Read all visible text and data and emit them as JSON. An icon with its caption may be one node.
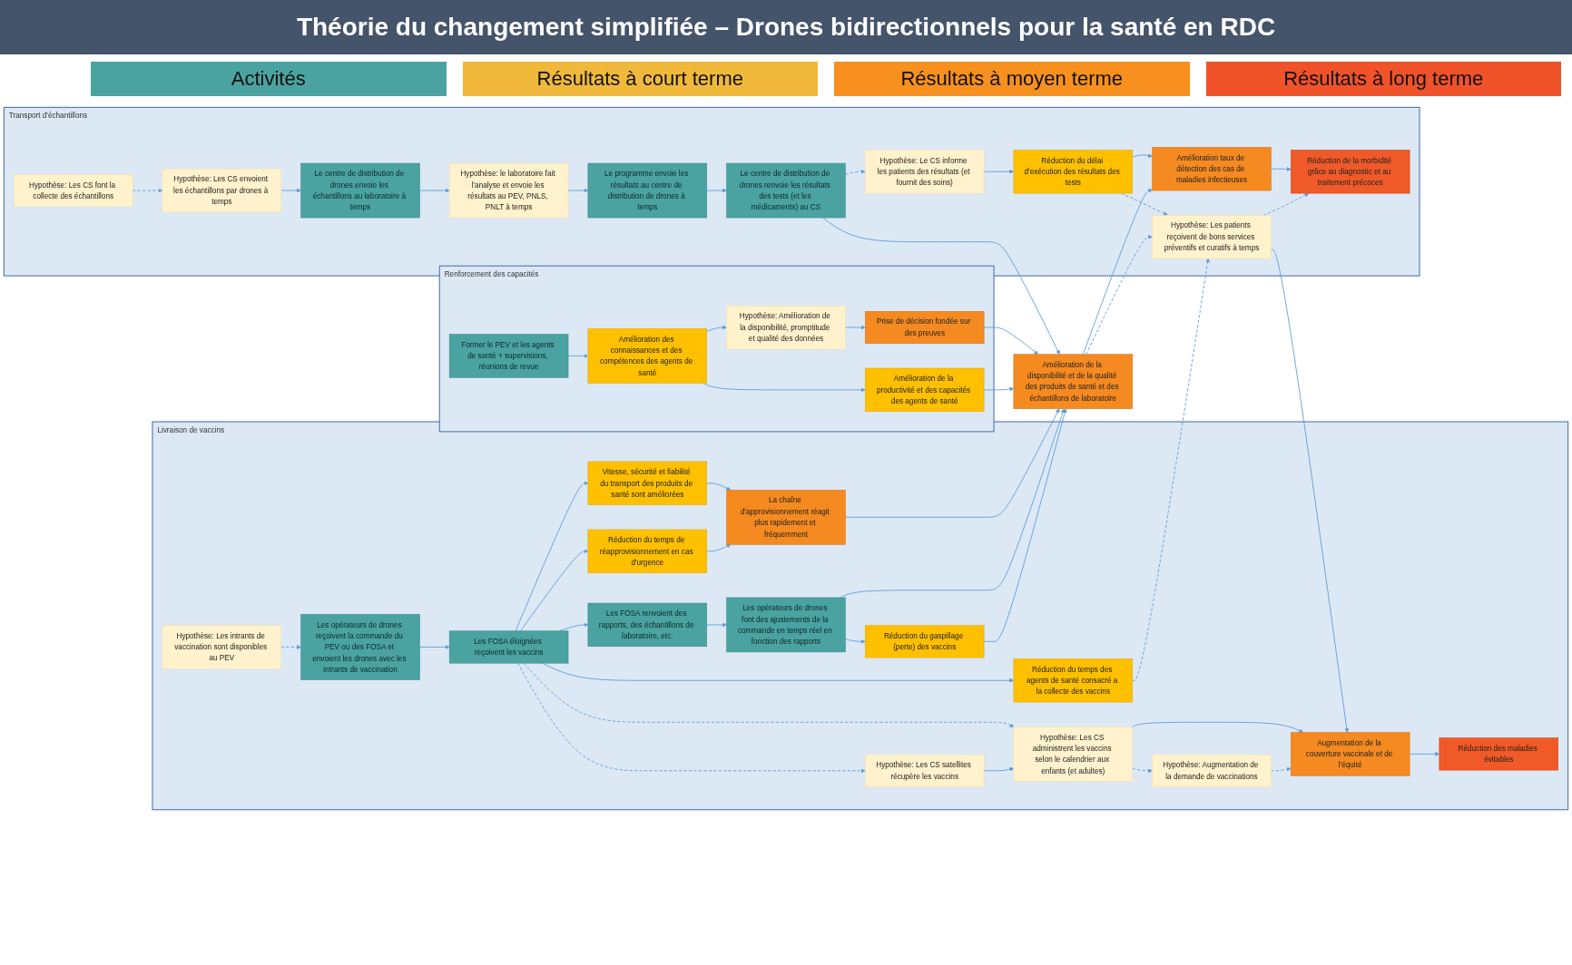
{
  "diagram": {
    "title": "Théorie du changement simplifiée – Drones bidirectionnels pour la santé en RDC",
    "nodes": [
      {
        "text": [
          "Renforcement des capacités"
        ]
      },
      {
        "text": [
          "Former le PEV et les agents de santé + supervisions, réunions de revue"
        ],
        "in": 0
      },
      {
        "text": [
          "Amélioration des connaissances et des compétences des agents de santé"
        ],
        "in": 0
      },
      {
        "text": [
          "Hypothèse: Amélioration de la disponibilité, promptitude et qualité des données"
        ],
        "in": 0
      },
      {
        "text": [
          "Prise de décision fondée sur des preuves"
        ],
        "in": 0
      },
      {
        "text": [
          "Amélioration de la productivité et des capacités des agents de santé"
        ],
        "in": 0
      },
      {
        "text": [
          "Livraison de vaccins"
        ]
      },
      {
        "text": [
          "Hypothèse: Les intrants de vaccination sont disponibles au PEV"
        ],
        "in": 6
      },
      {
        "text": [
          "Hypothèse: Les CS satellites récupère les vaccins"
        ],
        "in": 6
      },
      {
        "text": [
          "Hypothèse: Les CS administrent les vaccins selon le calendrier aux enfants (et adultes)"
        ],
        "in": 6
      },
      {
        "text": [
          "Hypothèse: Augmentation de la demande de vaccinations"
        ],
        "in": 6
      },
      {
        "text": [
          "Les opérateurs de drones reçoivent la commande du PEV ou des FOSA et envoient les drones avec les intrants de vaccination"
        ],
        "in": 6
      },
      {
        "text": [
          "Les FOSA éloignées reçoivent les vaccins"
        ],
        "in": 6
      },
      {
        "text": [
          "Vitesse, sécurité et fiabilité du transport des produits de santé sont améliorées"
        ],
        "in": 6
      },
      {
        "text": [
          "Augmentation de la couverture vaccinale et de l'équité"
        ],
        "in": 6
      },
      {
        "text": [
          "La chaîne d'approvisionnement réagit plus rapidement et fréquemment"
        ],
        "in": 6
      },
      {
        "text": [
          "Réduction du temps de réapprovisionnement en cas d'urgence"
        ],
        "in": 6
      },
      {
        "text": [
          "Réduction du temps des agents de santé consacré a la collecte des vaccins"
        ],
        "in": 6
      },
      {
        "text": [
          "Réduction des maladies évitables"
        ],
        "in": 6
      },
      {
        "text": [
          "Les FOSA renvoient des rapports, des échantillons de laboratoire, etc."
        ],
        "in": 6
      },
      {
        "text": [
          "Les opérateurs de drones font des ajustements de la commande en temps réel en fonction des rapports"
        ],
        "in": 6
      },
      {
        "text": [
          "Réduction du gaspillage (perte) des vaccins"
        ],
        "in": 6
      },
      {
        "text": [
          "Amélioration de la disponibilité et de la qualité des produits de santé et des échantillons de laboratoire"
        ]
      },
      {
        "text": [
          "Transport d'échantillons"
        ]
      },
      {
        "text": [
          "Le centre de distribution de drones envoie les échantillons au laboratoire à temps"
        ],
        "in": 23
      },
      {
        "text": [
          "Hypothèse: Les CS font la collecte des échantillons"
        ],
        "in": 23
      },
      {
        "text": [
          "Le centre de distribution de drones renvoie les résultats des tests (et les médicaments) au CS"
        ],
        "in": 23
      },
      {
        "text": [
          "Amélioration taux de détection des cas de maladies infectieuses"
        ],
        "in": 23
      },
      {
        "text": [
          "Hypothèse: le laboratoire fait l’analyse et envoie les résultats au PEV, PNLS, PNLT à temps"
        ],
        "in": 23
      },
      {
        "text": [
          "Hypothèse: Les CS envoient les échantillons par drones à temps"
        ],
        "in": 23
      },
      {
        "text": [
          "Réduction de la morbidité grâce au diagnostic et au traitement précoces"
        ],
        "in": 23
      },
      {
        "text": [
          "Hypothèse: Le CS informe les patients des résultats (et fournit des soins)"
        ],
        "in": 23
      },
      {
        "text": [
          "Réduction du délai d'exécution des résultats des tests"
        ],
        "in": 23
      },
      {
        "text": [
          "Le programme envoie les résultats au centre de distribution de drones à temps"
        ],
        "in": 23
      },
      {
        "text": [
          "Hypothèse: Les patients reçoivent de bons services préventifs et curatifs à temps"
        ],
        "in": 23
      }
    ],
    "edges": [
      {
        "from": 1,
        "to": 2,
        "arrow": "to"
      },
      {
        "from": 2,
        "to": 3,
        "arrow": "to"
      },
      {
        "from": 2,
        "to": 5,
        "arrow": "to"
      },
      {
        "from": 3,
        "to": 4,
        "arrow": "to"
      },
      {
        "from": 4,
        "to": 22,
        "arrow": "to"
      },
      {
        "from": 5,
        "to": 22,
        "arrow": "to"
      },
      {
        "from": 7,
        "to": 11,
        "arrow": "to",
        "style": "dashed"
      },
      {
        "from": 11,
        "to": 12,
        "arrow": "to"
      },
      {
        "from": 12,
        "to": 8,
        "arrow": "to",
        "style": "dashed"
      },
      {
        "from": 12,
        "to": 9,
        "arrow": "to",
        "style": "dashed"
      },
      {
        "from": 8,
        "to": 9,
        "arrow": "to"
      },
      {
        "from": 9,
        "to": 10,
        "arrow": "to",
        "style": "dashed"
      },
      {
        "from": 9,
        "to": 14,
        "arrow": "to"
      },
      {
        "from": 10,
        "to": 14,
        "arrow": "to",
        "style": "dashed"
      },
      {
        "from": 12,
        "to": 13,
        "arrow": "to"
      },
      {
        "from": 12,
        "to": 16,
        "arrow": "to"
      },
      {
        "from": 12,
        "to": 17,
        "arrow": "to"
      },
      {
        "from": 12,
        "to": 19,
        "arrow": "to"
      },
      {
        "from": 13,
        "to": 15,
        "arrow": "to"
      },
      {
        "from": 16,
        "to": 15,
        "arrow": "to"
      },
      {
        "from": 15,
        "to": 22,
        "arrow": "to"
      },
      {
        "from": 14,
        "to": 18,
        "arrow": "to"
      },
      {
        "from": 19,
        "to": 20,
        "arrow": "to"
      },
      {
        "from": 20,
        "to": 21,
        "arrow": "to"
      },
      {
        "from": 20,
        "to": 22,
        "arrow": "to"
      },
      {
        "from": 21,
        "to": 22,
        "arrow": "to"
      },
      {
        "from": 17,
        "to": 34,
        "arrow": "to",
        "style": "dashed"
      },
      {
        "from": 25,
        "to": 29,
        "arrow": "to",
        "style": "dashed"
      },
      {
        "from": 29,
        "to": 24,
        "arrow": "to"
      },
      {
        "from": 24,
        "to": 28,
        "arrow": "to"
      },
      {
        "from": 28,
        "to": 33,
        "arrow": "to"
      },
      {
        "from": 33,
        "to": 26,
        "arrow": "to"
      },
      {
        "from": 26,
        "to": 22,
        "arrow": "to"
      },
      {
        "from": 26,
        "to": 31,
        "arrow": "to",
        "style": "dashed"
      },
      {
        "from": 31,
        "to": 32,
        "arrow": "to"
      },
      {
        "from": 32,
        "to": 27,
        "arrow": "to"
      },
      {
        "from": 32,
        "to": 34,
        "arrow": "to",
        "style": "dashed"
      },
      {
        "from": 22,
        "to": 27,
        "arrow": "to"
      },
      {
        "from": 22,
        "to": 34,
        "arrow": "to",
        "style": "dashed"
      },
      {
        "from": 34,
        "to": 14,
        "arrow": "to"
      },
      {
        "from": 27,
        "to": 30,
        "arrow": "to"
      },
      {
        "from": 34,
        "to": 30,
        "arrow": "to",
        "style": "dashed"
      }
    ],
    "labels": [
      "Activités",
      "Résultats à court terme",
      "Résultats à moyen terme",
      "Résultats à long terme"
    ]
  }
}
